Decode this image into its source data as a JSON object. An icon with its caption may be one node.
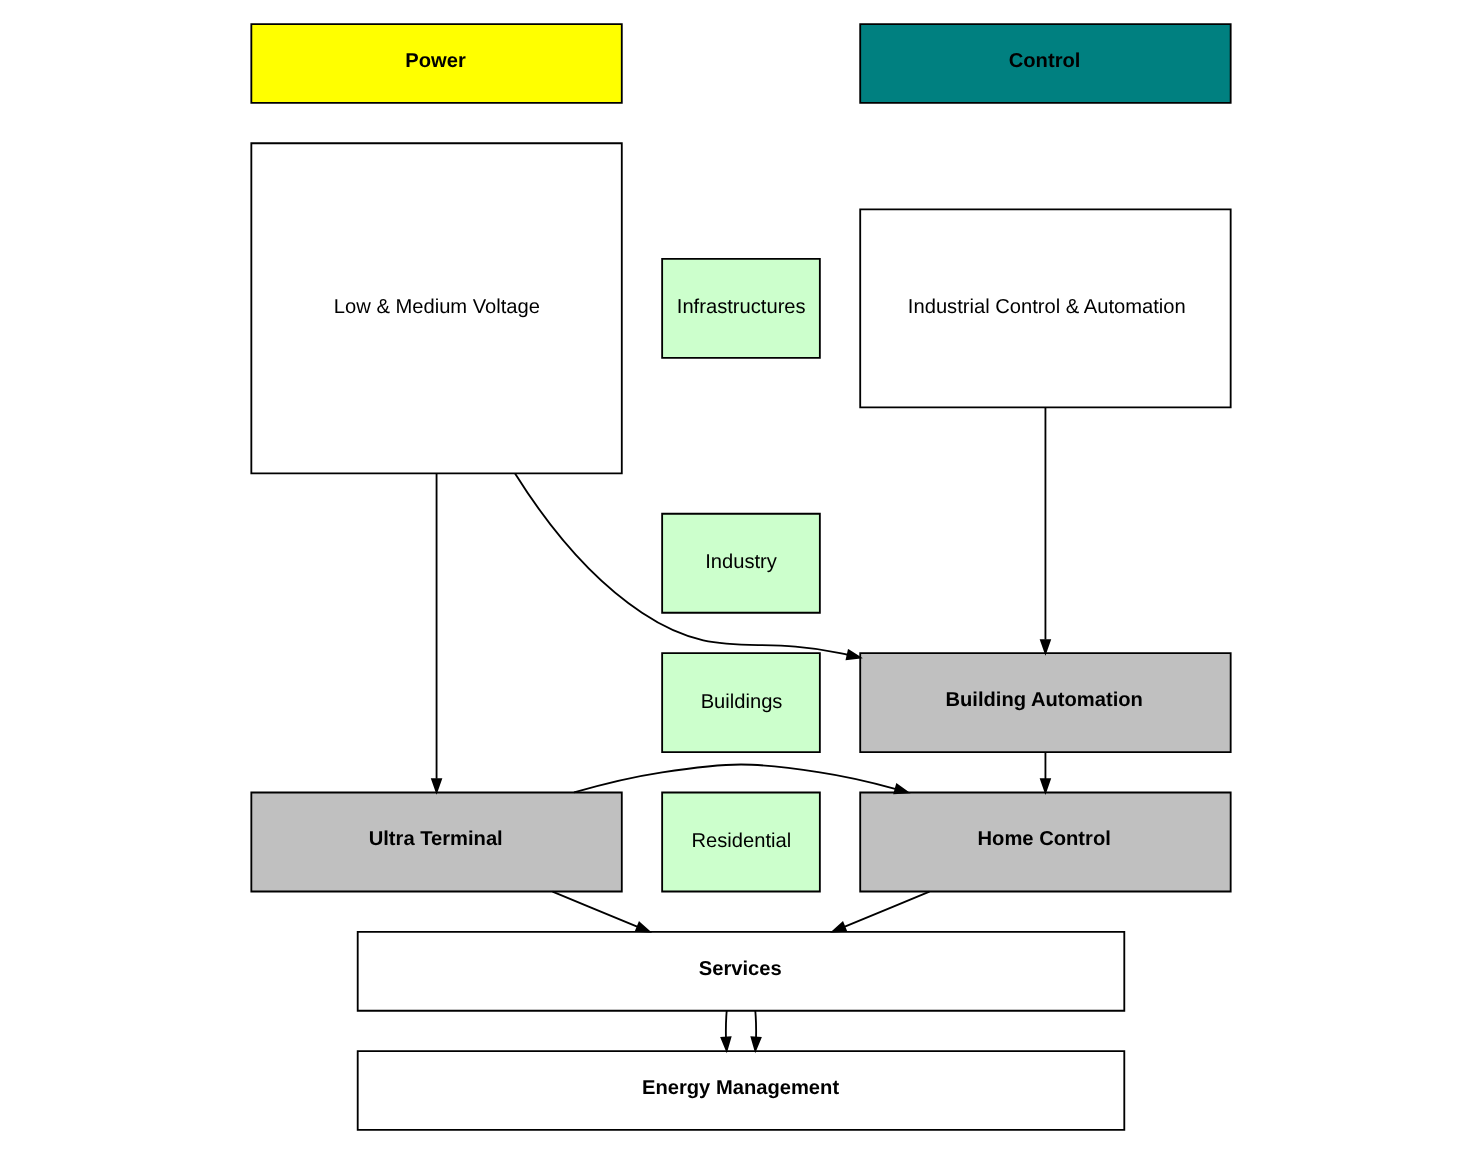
{
  "diagram": {
    "nodes": [
      {
        "text": [
          "Power"
        ]
      },
      {
        "text": [
          "Control"
        ]
      },
      {
        "text": [
          "Infrastructures"
        ]
      },
      {
        "text": [
          "Industry"
        ]
      },
      {
        "text": [
          "Buildings"
        ]
      },
      {
        "text": [
          "Residential"
        ]
      },
      {
        "text": [
          "Low & Medium Voltage"
        ]
      },
      {
        "text": [
          "Industrial Control & Automation"
        ]
      },
      {
        "text": [
          "Building Automation"
        ]
      },
      {
        "text": [
          "Ultra Terminal"
        ]
      },
      {
        "text": [
          "Home Control"
        ]
      },
      {
        "text": [
          "Services"
        ]
      },
      {
        "text": [
          "Energy Management"
        ]
      }
    ],
    "edges": [
      {
        "from": 7,
        "to": 8,
        "arrow": "to"
      },
      {
        "from": 6,
        "to": 8,
        "arrow": "to"
      },
      {
        "from": 6,
        "to": 9,
        "arrow": "to"
      },
      {
        "from": 8,
        "to": 10,
        "arrow": "to"
      },
      {
        "from": 9,
        "to": 10,
        "arrow": "to"
      },
      {
        "from": 9,
        "to": 11,
        "arrow": "to"
      },
      {
        "from": 10,
        "to": 11,
        "arrow": "to"
      },
      {
        "from": 11,
        "to": 12,
        "arrow": "to"
      },
      {
        "from": 11,
        "to": 12,
        "arrow": "to"
      }
    ]
  }
}
